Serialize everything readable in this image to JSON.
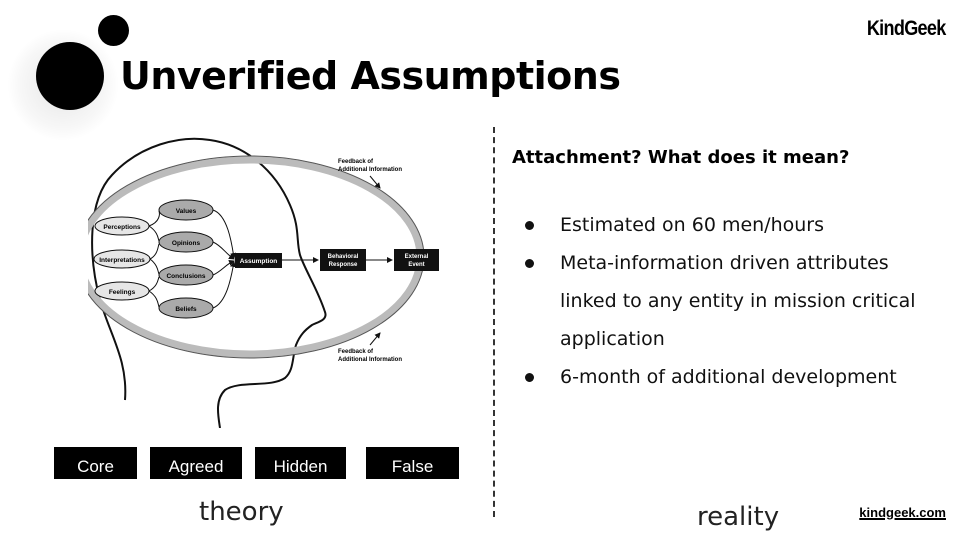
{
  "title": "Unverified Assumptions",
  "logo": "KindGeek",
  "footer_url": "kindgeek.com",
  "diagram": {
    "nodes": {
      "perceptions": "Perceptions",
      "interpretations": "Interpretations",
      "feelings": "Feelings",
      "values": "Values",
      "opinions": "Opinions",
      "conclusions": "Conclusions",
      "beliefs": "Beliefs",
      "assumption": "Assumption",
      "behavioral_line1": "Behavioral",
      "behavioral_line2": "Response",
      "external_line1": "External",
      "external_line2": "Event"
    },
    "feedback_top_line1": "Feedback of",
    "feedback_top_line2": "Additional Information",
    "feedback_bottom_line1": "Feedback of",
    "feedback_bottom_line2": "Additional Information"
  },
  "tags": [
    "Core",
    "Agreed",
    "Hidden",
    "False"
  ],
  "caption_left": "theory",
  "caption_right": "reality",
  "right_heading": "Attachment? What does it mean?",
  "bullets": [
    "Estimated on 60 men/hours",
    "Meta-information driven attributes linked to any entity in mission critical application",
    "6-month of additional development"
  ]
}
